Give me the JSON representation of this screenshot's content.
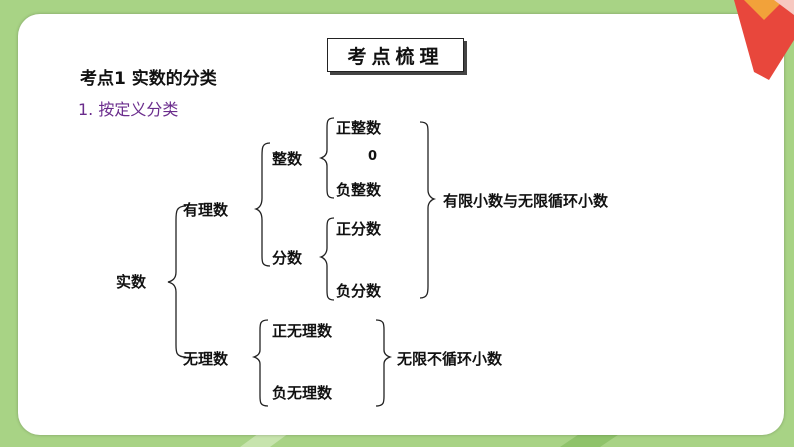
{
  "title": "考点梳理",
  "heading": "考点1 实数的分类",
  "subheading": "1. 按定义分类",
  "tree": {
    "root": "实数",
    "rational": "有理数",
    "irrational": "无理数",
    "integer": "整数",
    "fraction": "分数",
    "positive_integer": "正整数",
    "zero": "0",
    "negative_integer": "负整数",
    "positive_fraction": "正分数",
    "negative_fraction": "负分数",
    "positive_irrational": "正无理数",
    "negative_irrational": "负无理数",
    "rational_desc": "有限小数与无限循环小数",
    "irrational_desc": "无限不循环小数"
  },
  "colors": {
    "background": "#a8d385",
    "subheading": "#6a2c8c",
    "accent_red": "#e8473c",
    "accent_orange": "#f2a23a"
  }
}
